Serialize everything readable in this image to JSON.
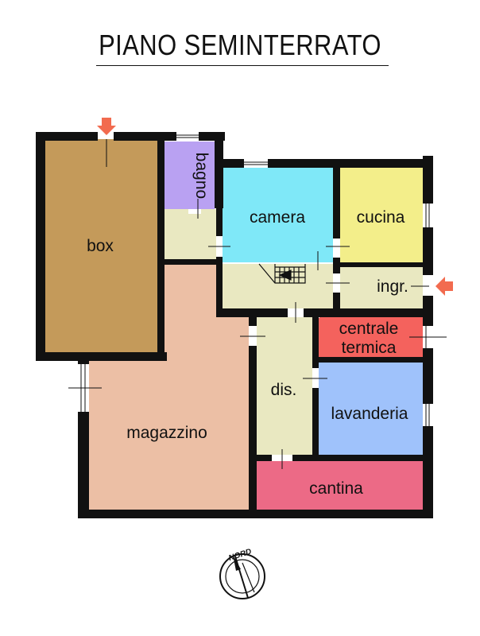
{
  "title": "PIANO SEMINTERRATO",
  "rooms": {
    "box": "box",
    "bagno": "bagno",
    "camera": "camera",
    "cucina": "cucina",
    "ingr": "ingr.",
    "centrale_line1": "centrale",
    "centrale_line2": "termica",
    "dis": "dis.",
    "lavanderia": "lavanderia",
    "magazzino": "magazzino",
    "cantina": "cantina"
  },
  "compass": {
    "label": "NORD"
  },
  "colors": {
    "box": "#c49a5a",
    "bagno": "#b9a1f2",
    "camera": "#7fe8f8",
    "cucina": "#f3ee8a",
    "corridor": "#e9e8c1",
    "centrale": "#f4625d",
    "lavanderia": "#9fc2fb",
    "magazzino": "#ecbfa5",
    "cantina": "#ec6a86",
    "wall": "#111111",
    "arrow": "#f26b4f"
  }
}
